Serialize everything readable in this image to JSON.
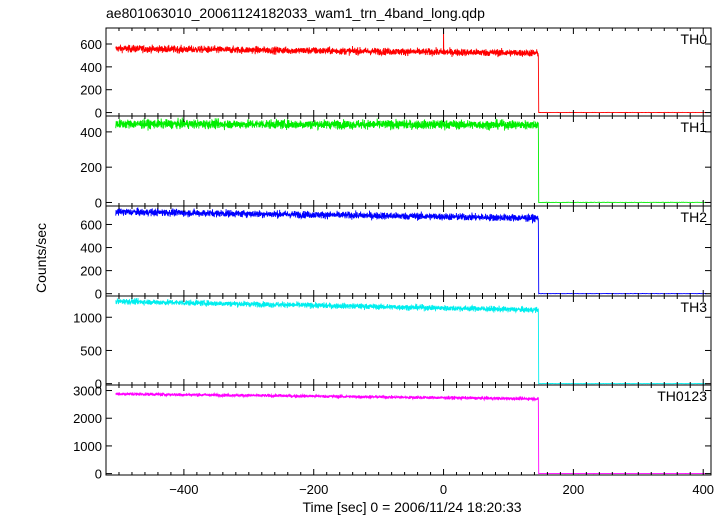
{
  "chart_data": {
    "type": "line",
    "title": "ae801063010_20061124182033_wam1_trn_4band_long.qdp",
    "xlabel": "Time [sec] 0 = 2006/11/24 18:20:33",
    "ylabel": "Counts/sec",
    "xlim": [
      -520,
      412
    ],
    "x_ticks": [
      -400,
      -200,
      0,
      200,
      400
    ],
    "x_tick_labels": [
      "−400",
      "−200",
      "0",
      "200",
      "400"
    ],
    "grid": false,
    "legend": "none",
    "cutoff_time": 146,
    "x_start": -505,
    "x_end": 405,
    "panels": [
      {
        "name": "TH0",
        "color": "#ff0000",
        "ylim": [
          -30,
          740
        ],
        "y_ticks": [
          0,
          200,
          400,
          600
        ],
        "level_start": 560,
        "level_end": 520,
        "noise": 22,
        "spikes": [
          {
            "x": 0,
            "y": 740
          }
        ]
      },
      {
        "name": "TH1",
        "color": "#00ee00",
        "ylim": [
          -20,
          490
        ],
        "y_ticks": [
          0,
          200,
          400
        ],
        "level_start": 445,
        "level_end": 440,
        "noise": 18,
        "spikes": []
      },
      {
        "name": "TH2",
        "color": "#0000ff",
        "ylim": [
          -20,
          760
        ],
        "y_ticks": [
          0,
          200,
          400,
          600
        ],
        "level_start": 710,
        "level_end": 655,
        "noise": 22,
        "spikes": []
      },
      {
        "name": "TH3",
        "color": "#00eeee",
        "ylim": [
          -20,
          1320
        ],
        "y_ticks": [
          0,
          500,
          1000
        ],
        "level_start": 1240,
        "level_end": 1110,
        "noise": 30,
        "spikes": []
      },
      {
        "name": "TH0123",
        "color": "#ff00ff",
        "ylim": [
          -50,
          3200
        ],
        "y_ticks": [
          0,
          1000,
          2000,
          3000
        ],
        "level_start": 2880,
        "level_end": 2700,
        "noise": 40,
        "spikes": []
      }
    ]
  }
}
